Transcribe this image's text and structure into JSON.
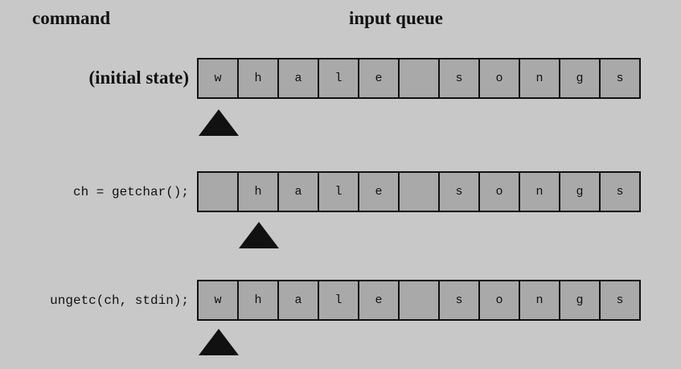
{
  "headers": {
    "command": "command",
    "input_queue": "input queue"
  },
  "rows": [
    {
      "command": "(initial state)",
      "cells": [
        "w",
        "h",
        "a",
        "l",
        "e",
        "",
        "s",
        "o",
        "n",
        "g",
        "s"
      ],
      "pointer_index": 0
    },
    {
      "command": "ch = getchar();",
      "cells": [
        "",
        "h",
        "a",
        "l",
        "e",
        "",
        "s",
        "o",
        "n",
        "g",
        "s"
      ],
      "pointer_index": 1
    },
    {
      "command": "ungetc(ch, stdin);",
      "cells": [
        "w",
        "h",
        "a",
        "l",
        "e",
        "",
        "s",
        "o",
        "n",
        "g",
        "s"
      ],
      "pointer_index": 0
    }
  ]
}
